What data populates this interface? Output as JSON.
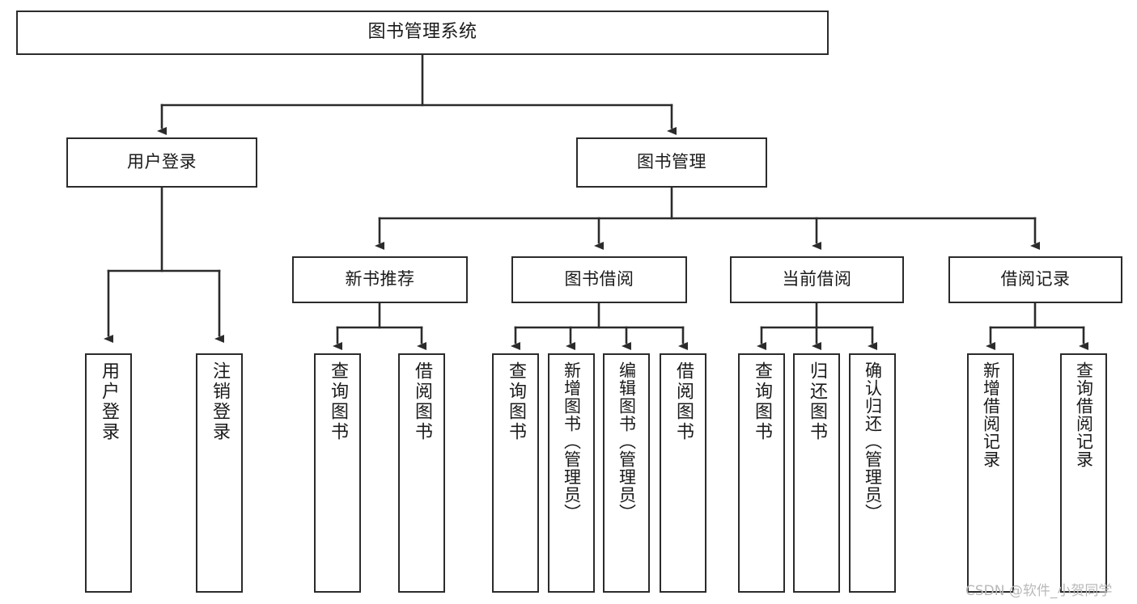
{
  "diagram": {
    "type": "tree",
    "title": "图书管理系统",
    "root": {
      "id": "root",
      "label": "图书管理系统"
    },
    "level1": [
      {
        "id": "user-login",
        "label": "用户登录"
      },
      {
        "id": "book-manage",
        "label": "图书管理"
      }
    ],
    "level2": [
      {
        "id": "new-book-rec",
        "label": "新书推荐",
        "parent": "book-manage"
      },
      {
        "id": "book-borrow",
        "label": "图书借阅",
        "parent": "book-manage"
      },
      {
        "id": "current-borrow",
        "label": "当前借阅",
        "parent": "book-manage"
      },
      {
        "id": "borrow-record",
        "label": "借阅记录",
        "parent": "book-manage"
      }
    ],
    "leaves": [
      {
        "id": "leaf-user-login",
        "label": "用户登录",
        "parent": "user-login"
      },
      {
        "id": "leaf-logout",
        "label": "注销登录",
        "parent": "user-login"
      },
      {
        "id": "leaf-query-book-1",
        "label": "查询图书",
        "parent": "new-book-rec"
      },
      {
        "id": "leaf-borrow-book-1",
        "label": "借阅图书",
        "parent": "new-book-rec"
      },
      {
        "id": "leaf-query-book-2",
        "label": "查询图书",
        "parent": "book-borrow"
      },
      {
        "id": "leaf-add-book",
        "label": "新增图书（管理员）",
        "parent": "book-borrow"
      },
      {
        "id": "leaf-edit-book",
        "label": "编辑图书（管理员）",
        "parent": "book-borrow"
      },
      {
        "id": "leaf-borrow-book-2",
        "label": "借阅图书",
        "parent": "book-borrow"
      },
      {
        "id": "leaf-query-book-3",
        "label": "查询图书",
        "parent": "current-borrow"
      },
      {
        "id": "leaf-return-book",
        "label": "归还图书",
        "parent": "current-borrow"
      },
      {
        "id": "leaf-confirm-return",
        "label": "确认归还（管理员）",
        "parent": "current-borrow"
      },
      {
        "id": "leaf-add-record",
        "label": "新增借阅记录",
        "parent": "borrow-record"
      },
      {
        "id": "leaf-query-record",
        "label": "查询借阅记录",
        "parent": "borrow-record"
      }
    ]
  },
  "watermark": {
    "text": "CSDN @软件_小贺同学",
    "color": "#b9b9b9"
  },
  "style": {
    "line_color": "#2b2b2b",
    "box_border": "#2b2b2b",
    "box_fill": "#ffffff",
    "text_color": "#1a1a1a"
  }
}
